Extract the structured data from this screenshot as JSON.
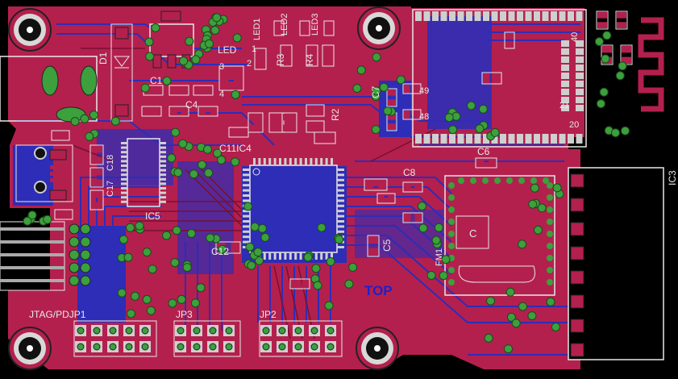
{
  "board": {
    "colors": {
      "background": "#000000",
      "top_copper": "#b3204e",
      "bottom_copper": "#2d2db8",
      "pad": "#b3204e",
      "via": "#3ca03c",
      "silkscreen": "#e8e8e8",
      "top_label": "#2020c8"
    },
    "labels": {
      "ic5": "IC5",
      "ic4": "IC4",
      "ic3": "IC3",
      "c11ic4": "C11IC4",
      "c1": "C1",
      "c4": "C4",
      "c12": "C12",
      "c6": "C6",
      "c7": "C7",
      "c8": "C8",
      "c5": "C5",
      "c18": "C18",
      "c17": "C17",
      "d1": "D1",
      "r2": "R2",
      "r3": "R3",
      "r4": "R4",
      "led": "LED",
      "led1": "LED1",
      "led2": "LED2",
      "led3": "LED3",
      "pin1": "1",
      "pin2": "2",
      "pin3": "3",
      "pin4": "4",
      "pin20": "20",
      "pin21": "21",
      "pin40": "40",
      "e49": "49",
      "e48": "48",
      "fm1": "FM1",
      "c_mark": "C",
      "jtag": "JTAG/PDJP1",
      "jp2": "JP2",
      "jp3": "JP3",
      "top": "TOP"
    }
  }
}
